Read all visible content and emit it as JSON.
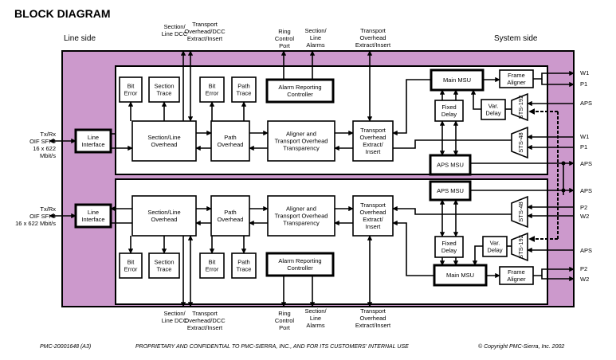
{
  "title": "BLOCK DIAGRAM",
  "line_side": "Line side",
  "system_side": "System side",
  "colors": {
    "chip_fill": "#cc99cc",
    "block_fill": "#ffffff",
    "line": "#000000"
  },
  "top_labels": {
    "section_line_dcc": [
      "Section/",
      "Line DCC"
    ],
    "toh_dcc": [
      "Transport",
      "Overhead/DCC",
      "Extract/Insert"
    ],
    "ring_control": [
      "Ring",
      "Control",
      "Port"
    ],
    "section_line_alarms": [
      "Section/",
      "Line",
      "Alarms"
    ],
    "toh_extract": [
      "Transport",
      "Overhead",
      "Extract/Insert"
    ]
  },
  "bottom_labels": {
    "section_line_dcc": [
      "Section/",
      "Line DCC"
    ],
    "toh_dcc": [
      "Transport",
      "Overhead/DCC",
      "Extract/Insert"
    ],
    "ring_control": [
      "Ring",
      "Control",
      "Port"
    ],
    "section_line_alarms": [
      "Section/",
      "Line",
      "Alarms"
    ],
    "toh_extract": [
      "Transport",
      "Overhead",
      "Extract/Insert"
    ]
  },
  "left_labels": {
    "upper": [
      "Tx/Rx",
      "OIF SFI-4",
      "16 x 622",
      "Mbit/s"
    ],
    "lower": [
      "Tx/Rx",
      "OIF SFI-4",
      "16 x 622 Mbit/s"
    ]
  },
  "right_labels": [
    "W1",
    "P1",
    "APS",
    "W1",
    "P1",
    "APS",
    "APS",
    "P2",
    "W2",
    "APS",
    "P2",
    "W2"
  ],
  "upper": {
    "bit_error_1": [
      "Bit",
      "Error"
    ],
    "section_trace": [
      "Section",
      "Trace"
    ],
    "bit_error_2": [
      "Bit",
      "Error"
    ],
    "path_trace": [
      "Path",
      "Trace"
    ],
    "alarm": [
      "Alarm Reporting",
      "Controller"
    ],
    "line_interface": [
      "Line",
      "Interface"
    ],
    "section_line_overhead": [
      "Section/Line",
      "Overhead"
    ],
    "path_overhead": [
      "Path",
      "Overhead"
    ],
    "aligner": [
      "Aligner and",
      "Transport Overhead",
      "Transparency"
    ],
    "toh": [
      "Transport",
      "Overhead",
      "Extract/",
      "Insert"
    ],
    "main_msu": [
      "Main MSU"
    ],
    "frame_aligner": [
      "Frame",
      "Aligner"
    ],
    "fixed_delay": [
      "Fixed",
      "Delay"
    ],
    "var_delay": [
      "Var.",
      "Delay"
    ],
    "aps_msu": [
      "APS MSU"
    ],
    "sts192": "STS-192",
    "sts48": "STS-48"
  },
  "lower": {
    "bit_error_1": [
      "Bit",
      "Error"
    ],
    "section_trace": [
      "Section",
      "Trace"
    ],
    "bit_error_2": [
      "Bit",
      "Error"
    ],
    "path_trace": [
      "Path",
      "Trace"
    ],
    "alarm": [
      "Alarm Reporting",
      "Controller"
    ],
    "line_interface": [
      "Line",
      "Interface"
    ],
    "section_line_overhead": [
      "Section/Line",
      "Overhead"
    ],
    "path_overhead": [
      "Path",
      "Overhead"
    ],
    "aligner": [
      "Aligner and",
      "Transport Overhead",
      "Transparency"
    ],
    "toh": [
      "Transport",
      "Overhead",
      "Extract/",
      "Insert"
    ],
    "main_msu": [
      "Main MSU"
    ],
    "frame_aligner": [
      "Frame",
      "Aligner"
    ],
    "fixed_delay": [
      "Fixed",
      "Delay"
    ],
    "var_delay": [
      "Var.",
      "Delay"
    ],
    "aps_msu": [
      "APS MSU"
    ],
    "sts192": "STS-192",
    "sts48": "STS-48"
  },
  "footer": {
    "doc_id": "PMC-20001648 (A3)",
    "confidential": "PROPRIETARY AND CONFIDENTIAL TO PMC-SIERRA, INC., AND FOR ITS CUSTOMERS' INTERNAL USE",
    "copyright": "© Copyright PMC-Sierra, Inc. 2002"
  }
}
